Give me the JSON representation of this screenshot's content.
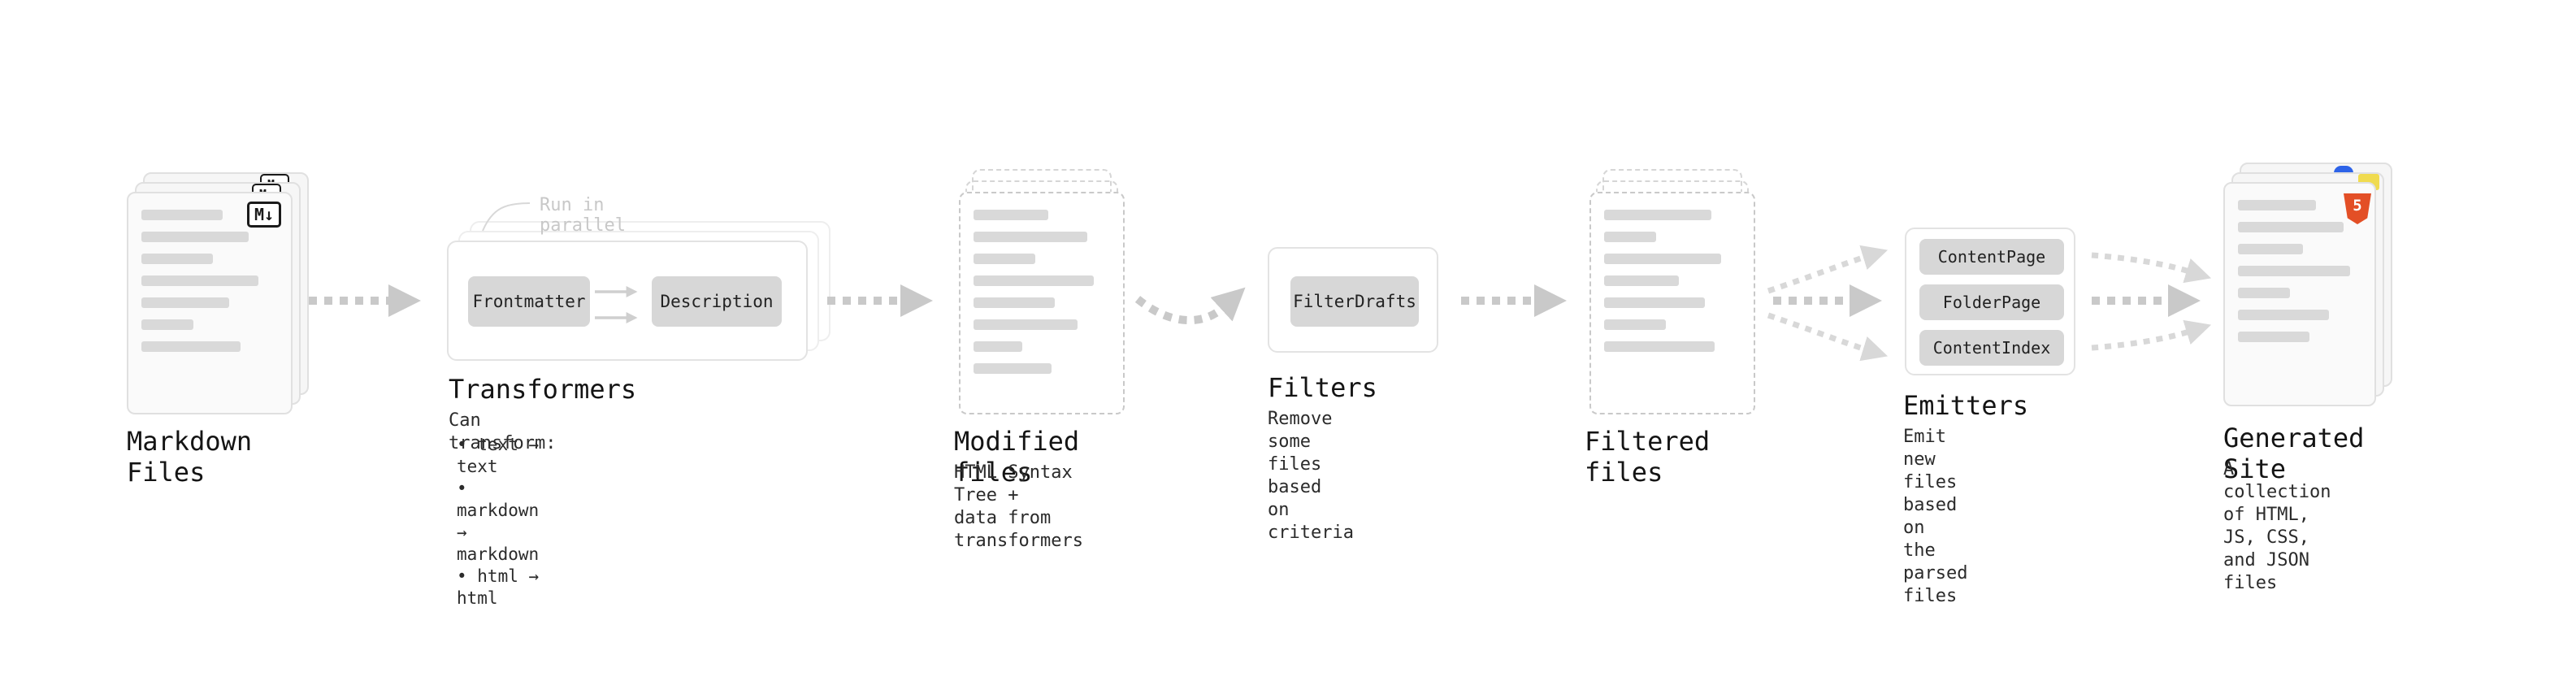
{
  "nodes": {
    "markdown_files": {
      "label": "Markdown Files",
      "badge": "M↓"
    },
    "transformers": {
      "label": "Transformers",
      "annotation": "Run in parallel",
      "buttons": [
        "Frontmatter",
        "Description"
      ],
      "description_title": "Can transform:",
      "bullets": [
        "• text → text",
        "• markdown → markdown",
        "• html → html"
      ]
    },
    "modified_files": {
      "label": "Modified files",
      "description": "HTML Syntax Tree +\ndata from transformers"
    },
    "filters": {
      "label": "Filters",
      "buttons": [
        "FilterDrafts"
      ],
      "description": "Remove some files based\non criteria"
    },
    "filtered_files": {
      "label": "Filtered files"
    },
    "emitters": {
      "label": "Emitters",
      "buttons": [
        "ContentPage",
        "FolderPage",
        "ContentIndex"
      ],
      "description": "Emit new files based on\nthe parsed files"
    },
    "generated_site": {
      "label": "Generated Site",
      "description": "A collection of HTML,\nJS, CSS, and JSON files",
      "badge": "5"
    }
  },
  "colors": {
    "arrow": "#c9c9c9",
    "arrow_light": "#d8d8d8",
    "button_bg": "#d7d7d7",
    "doc_line": "#d9d9d9",
    "html5_orange": "#e34f26",
    "js_yellow": "#f0db4f",
    "css_blue": "#2d63e8",
    "annotation_gray": "#c8c8c8",
    "text_dark": "#141414"
  }
}
